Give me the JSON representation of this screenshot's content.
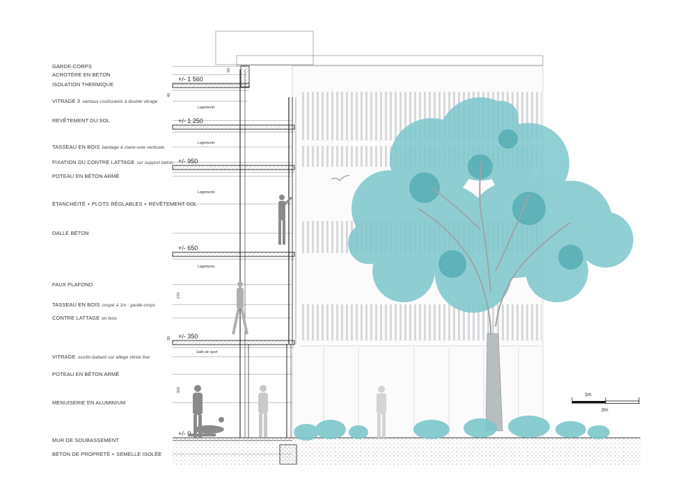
{
  "annotations": [
    {
      "main": "GARDE-CORPS",
      "detail": ""
    },
    {
      "main": "ACROTÈRE EN BÉTON",
      "detail": ""
    },
    {
      "main": "ISOLATION THERMIQUE",
      "detail": ""
    },
    {
      "main": "VITRAGE 3",
      "detail": "vantaux coulissants à double vitrage"
    },
    {
      "main": "REVÊTEMENT DU SOL",
      "detail": ""
    },
    {
      "main": "TASSEAU EN BOIS",
      "detail": "bardage à claire-voie verticale"
    },
    {
      "main": "FIXATION DU CONTRE LATTAGE",
      "detail": "sur support béton"
    },
    {
      "main": "POTEAU EN BÉTON ARMÉ",
      "detail": ""
    },
    {
      "main": "ÉTANCHÉITÉ + PLOTS RÉGLABLES + REVÊTEMENT SOL",
      "detail": ""
    },
    {
      "main": "DALLE BÉTON",
      "detail": ""
    },
    {
      "main": "FAUX PLAFOND",
      "detail": ""
    },
    {
      "main": "TASSEAU EN BOIS",
      "detail": "coupé à 1m : garde-corps"
    },
    {
      "main": "CONTRE LATTAGE",
      "detail": "en bois"
    },
    {
      "main": "VITRAGE",
      "detail": "oscillo-battant sur allège vitrée fixe"
    },
    {
      "main": "POTEAU EN BÉTON ARMÉ",
      "detail": ""
    },
    {
      "main": "MENUISERIE EN ALUMINIUM",
      "detail": ""
    },
    {
      "main": "MUR DE SOUBASSEMENT",
      "detail": ""
    },
    {
      "main": "BÉTON DE PROPRETÉ + SEMELLE ISOLÉE",
      "detail": ""
    }
  ],
  "levels": [
    "+/- 1 560",
    "+/- 1 250",
    "+/- 950",
    "+/- 650",
    "+/- 350",
    "+/- 0"
  ],
  "rooms": [
    "Logements",
    "Logements",
    "Logements",
    "Logements",
    "Salle de sport"
  ],
  "dimensions": [
    "40",
    "60",
    "270",
    "30",
    "320"
  ],
  "scale": {
    "short": "1m",
    "long": "2m"
  },
  "colors": {
    "tree": "#7cc7cc",
    "tree_dark": "#4aa7ae",
    "line": "#222222",
    "cladding": "#c9ccd0"
  }
}
